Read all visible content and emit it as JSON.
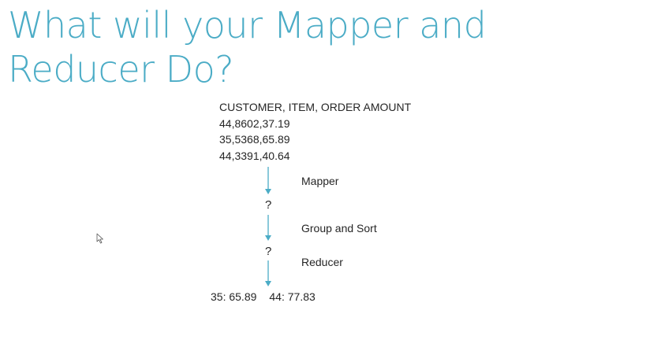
{
  "slide": {
    "title": "What will your Mapper and Reducer Do?",
    "header_row": "CUSTOMER, ITEM, ORDER AMOUNT",
    "data_rows": [
      "44,8602,37.19",
      "35,5368,65.89",
      "44,3391,40.64"
    ],
    "steps": {
      "mapper_label": "Mapper",
      "mapper_output": "?",
      "group_sort_label": "Group and Sort",
      "group_sort_output": "?",
      "reducer_label": "Reducer"
    },
    "results": [
      "35: 65.89",
      "44: 77.83"
    ]
  },
  "colors": {
    "title": "#4bacc6",
    "text": "#262626",
    "arrow": "#4bacc6"
  },
  "icons": {
    "arrow": "arrow-down-icon",
    "cursor": "mouse-pointer-icon"
  }
}
